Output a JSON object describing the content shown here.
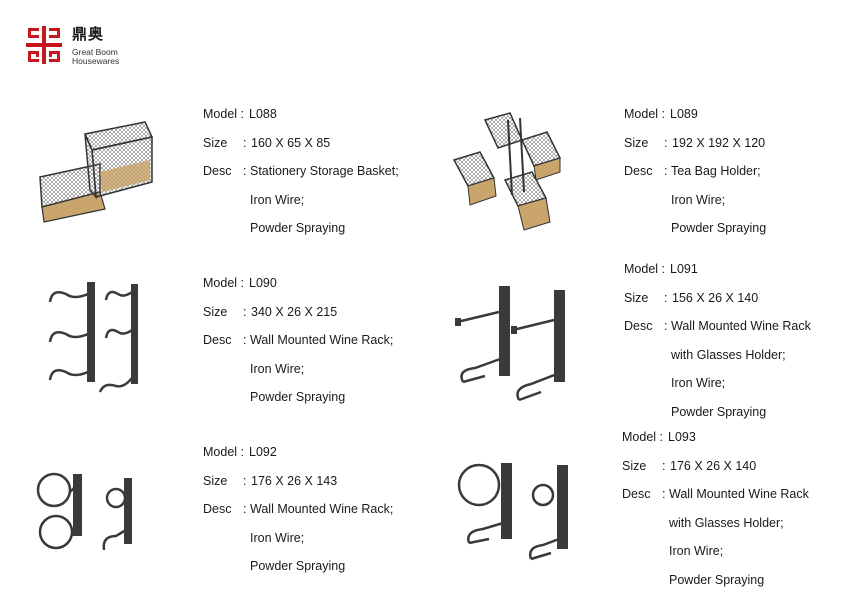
{
  "brand": {
    "cn": "鼎奥",
    "en_line1": "Great Boom",
    "en_line2": "Housewares",
    "color": "#c8161d"
  },
  "labels": {
    "model": "Model : ",
    "size": "Size",
    "desc": "Desc",
    "sep": ": "
  },
  "products": [
    {
      "model": "L088",
      "size": "160 X 65 X 85",
      "desc": [
        "Stationery Storage Basket;",
        "Iron Wire;",
        "Powder Spraying"
      ]
    },
    {
      "model": "L089",
      "size": "192 X 192 X 120",
      "desc": [
        "Tea Bag Holder;",
        "Iron Wire;",
        "Powder Spraying"
      ]
    },
    {
      "model": "L090",
      "size": "340 X 26 X 215",
      "desc": [
        "Wall Mounted Wine Rack;",
        "Iron Wire;",
        "Powder Spraying"
      ]
    },
    {
      "model": "L091",
      "size": "156 X 26 X 140",
      "desc": [
        "Wall Mounted Wine Rack",
        "with Glasses Holder;",
        "Iron Wire;",
        "Powder Spraying"
      ]
    },
    {
      "model": "L092",
      "size": "176 X 26 X 143",
      "desc": [
        "Wall Mounted Wine Rack;",
        "Iron Wire;",
        "Powder Spraying"
      ]
    },
    {
      "model": "L093",
      "size": "176 X 26 X 140",
      "desc": [
        "Wall Mounted Wine Rack",
        "with Glasses Holder;",
        "Iron Wire;",
        "Powder Spraying"
      ]
    }
  ]
}
